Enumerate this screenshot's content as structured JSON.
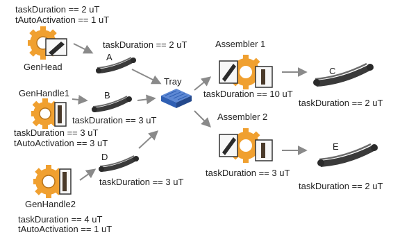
{
  "colors": {
    "gear": "#f0a030",
    "gear_dark": "#b8741a",
    "belt": "#3a3a3a",
    "belt_light": "#6b6b6b",
    "tray": "#2f5fb3",
    "tray_light": "#5d88d4",
    "arrow": "#8a8a8a",
    "text": "#222222"
  },
  "icons": {
    "generator": "gear-with-document-icon",
    "conveyor": "conveyor-belt-icon",
    "tray": "tray-icon",
    "assembler": "gear-with-press-icon"
  },
  "generators": {
    "head": {
      "name": "GenHead",
      "task_duration": "taskDuration == 2 uT",
      "auto_activation": "tAutoActivation == 1 uT"
    },
    "handle1": {
      "name": "GenHandle1",
      "task_duration": "taskDuration == 3 uT",
      "auto_activation": "tAutoActivation == 3 uT"
    },
    "handle2": {
      "name": "GenHandle2",
      "task_duration": "taskDuration == 4 uT",
      "auto_activation": "tAutoActivation == 1 uT"
    }
  },
  "conveyors": {
    "a": {
      "name": "A",
      "task_duration": "taskDuration == 2 uT"
    },
    "b": {
      "name": "B",
      "task_duration": "taskDuration == 3 uT"
    },
    "d": {
      "name": "D",
      "task_duration": "taskDuration == 3 uT"
    },
    "c": {
      "name": "C",
      "task_duration": "taskDuration == 2 uT"
    },
    "e": {
      "name": "E",
      "task_duration": "taskDuration == 2 uT"
    }
  },
  "tray": {
    "name": "Tray"
  },
  "assemblers": {
    "one": {
      "name": "Assembler 1",
      "task_duration": "taskDuration == 10 uT"
    },
    "two": {
      "name": "Assembler 2",
      "task_duration": "taskDuration == 3 uT"
    }
  }
}
